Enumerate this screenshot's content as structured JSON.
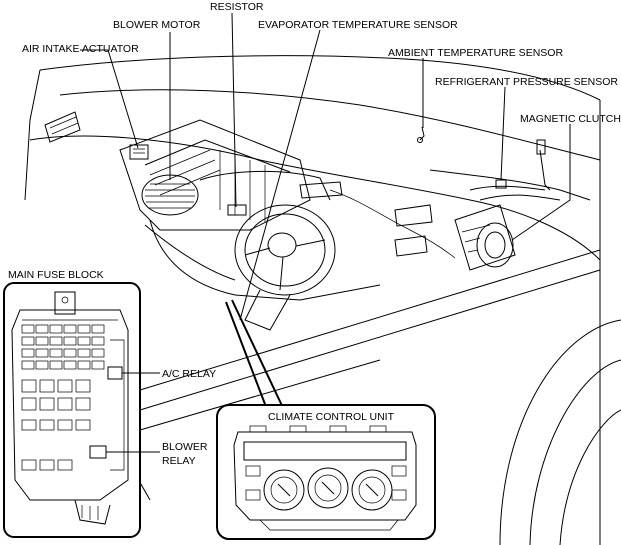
{
  "labels": {
    "blower_motor": "BLOWER MOTOR",
    "resistor": "RESISTOR",
    "evaporator_temperature_sensor": "EVAPORATOR TEMPERATURE SENSOR",
    "air_intake_actuator": "AIR INTAKE ACTUATOR",
    "ambient_temperature_sensor": "AMBIENT TEMPERATURE SENSOR",
    "refrigerant_pressure_sensor": "REFRIGERANT PRESSURE SENSOR",
    "magnetic_clutch": "MAGNETIC CLUTCH",
    "main_fuse_block": "MAIN FUSE BLOCK",
    "ac_relay": "A/C RELAY",
    "blower_relay_line1": "BLOWER",
    "blower_relay_line2": "RELAY",
    "climate_control_unit": "CLIMATE CONTROL UNIT"
  }
}
